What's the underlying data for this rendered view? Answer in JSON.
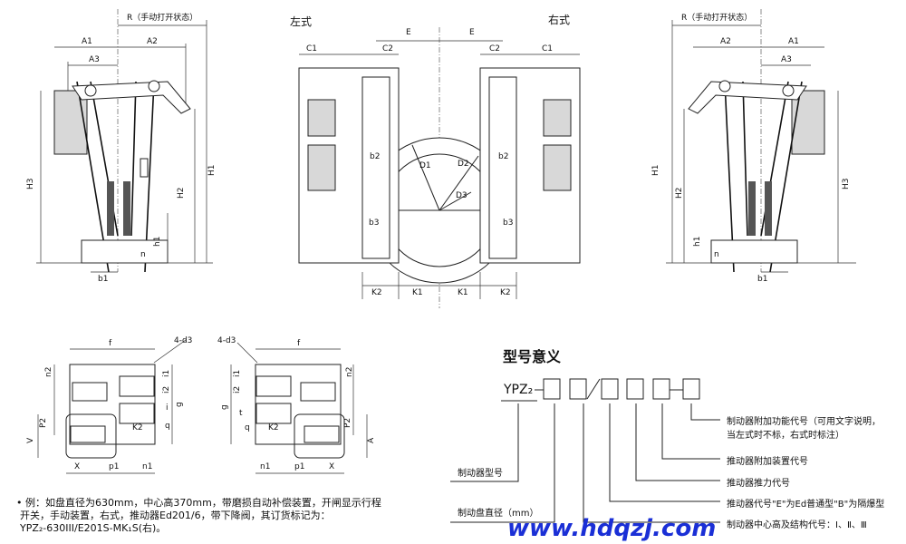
{
  "left_view": {
    "r": "R（手动打开状态）",
    "a1": "A1",
    "a2": "A2",
    "a3": "A3",
    "h3": "H3",
    "h1": "H1",
    "h2": "H2",
    "h1s": "h1",
    "n": "n",
    "b1": "b1"
  },
  "front_view": {
    "left_type": "左式",
    "right_type": "右式",
    "e": "E",
    "c1": "C1",
    "c2": "C2",
    "d1": "D1",
    "d2": "D2",
    "d3": "D3",
    "b2": "b2",
    "b3": "b3",
    "k1": "K1",
    "k2": "K2"
  },
  "right_view": {
    "r": "R（手动打开状态）",
    "a1": "A1",
    "a2": "A2",
    "a3": "A3",
    "h3": "H3",
    "h1": "H1",
    "h2": "H2",
    "h1s": "h1",
    "n": "n",
    "b1": "b1"
  },
  "plan_left": {
    "f": "f",
    "d3": "4-d3",
    "n2": "n2",
    "i1": "i1",
    "i2": "i2",
    "i": "i",
    "g": "g",
    "p2": "P2",
    "v": "V",
    "q": "q",
    "k2": "K2",
    "x": "X",
    "p1": "p1",
    "n1": "n1"
  },
  "plan_right": {
    "f": "f",
    "d3": "4-d3",
    "n2": "n2",
    "i1": "i1",
    "i2": "i2",
    "t": "t",
    "g": "g",
    "p2": "P2",
    "a": "A",
    "q": "q",
    "k2": "K2",
    "x": "X",
    "p1": "p1",
    "n1": "n1"
  },
  "example": {
    "line1": "• 例：如盘直径为630mm，中心高370mm，带磨损自动补偿装置，开闸显示行程",
    "line2": "开关，手动装置，右式，推动器Ed201/6，带下降阀，其订货标记为：",
    "line3": "YPZ₂-630III/E201S-MK₁S(右)。"
  },
  "model_meaning": {
    "title": "型号意义",
    "prefix": "YPZ₂",
    "items": [
      "制动器附加功能代号（可用文字说明，",
      "当左式时不标，右式时标注）",
      "推动器附加装置代号",
      "推动器推力代号",
      "推动器代号\"E\"为Ed普通型\"B\"为隔爆型",
      "制动器中心高及结构代号：Ⅰ、Ⅱ、Ⅲ",
      "制动器型号",
      "制动盘直径（mm）"
    ]
  },
  "watermark": "www.hdqzj.com"
}
